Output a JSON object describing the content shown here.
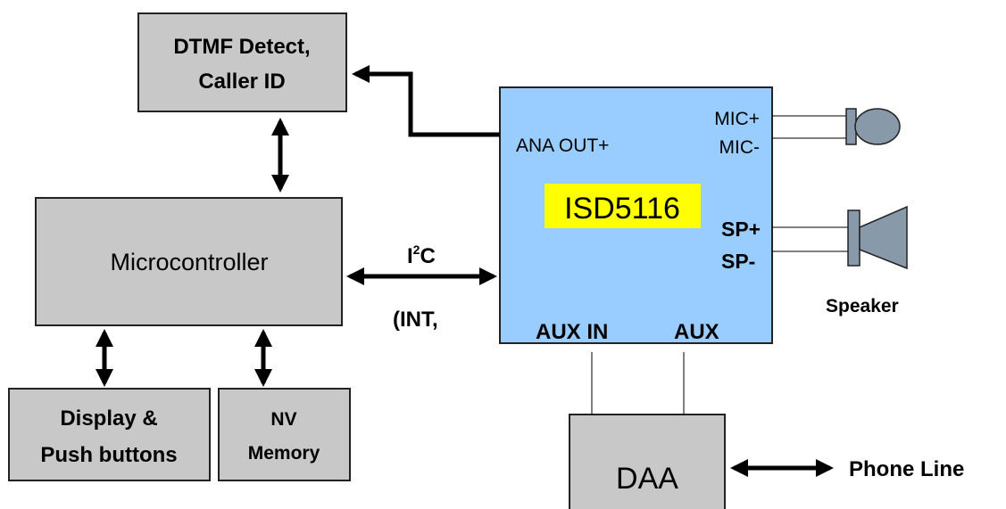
{
  "colors": {
    "box_fill": "#c8c8c8",
    "chip_fill": "#99ccff",
    "highlight": "#ffff00",
    "device_fill": "#8899aa"
  },
  "blocks": {
    "dtmf": {
      "line1": "DTMF Detect,",
      "line2": "Caller ID"
    },
    "micro": {
      "label": "Microcontroller"
    },
    "display": {
      "line1": "Display &",
      "line2": "Push buttons"
    },
    "nvmem": {
      "line1": "NV",
      "line2": "Memory"
    },
    "chip": {
      "name": "ISD5116",
      "ana_out": "ANA OUT+",
      "mic_plus": "MIC+",
      "mic_minus": "MIC-",
      "sp_plus": "SP+",
      "sp_minus": "SP-",
      "aux_in": "AUX IN",
      "aux_out": "AUX"
    },
    "daa": {
      "label": "DAA"
    }
  },
  "bus": {
    "i2c_main": "I",
    "i2c_sup": "2",
    "i2c_tail": "C",
    "int_label": "(INT,"
  },
  "labels": {
    "speaker": "Speaker",
    "phone_line": "Phone Line"
  },
  "icons": [
    "microphone-icon",
    "speaker-icon"
  ]
}
